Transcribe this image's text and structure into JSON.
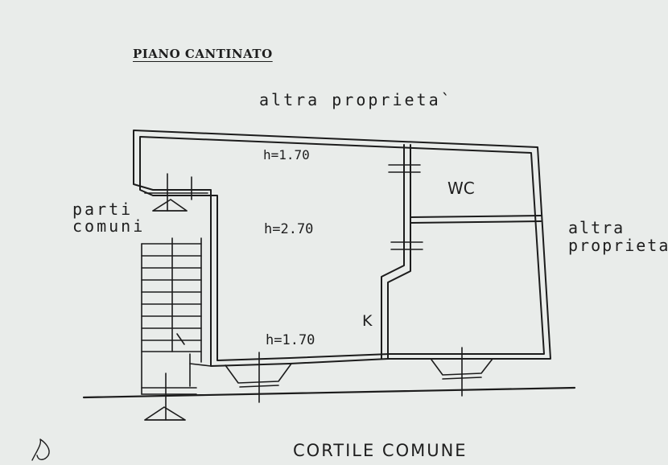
{
  "plan": {
    "title": "PIANO CANTINATO",
    "neighbor_top": "altra proprieta`",
    "common_parts_line1": "parti",
    "common_parts_line2": "comuni",
    "neighbor_right_line1": "altra",
    "neighbor_right_line2": "proprieta`",
    "room_wc": "WC",
    "kitchen_mark": "K",
    "height_top": "h=1.70",
    "height_middle": "h=2.70",
    "height_bottom": "h=1.70",
    "courtyard": "CORTILE COMUNE"
  },
  "colors": {
    "paper": "#e9ecea",
    "ink": "#1c1c1c"
  }
}
